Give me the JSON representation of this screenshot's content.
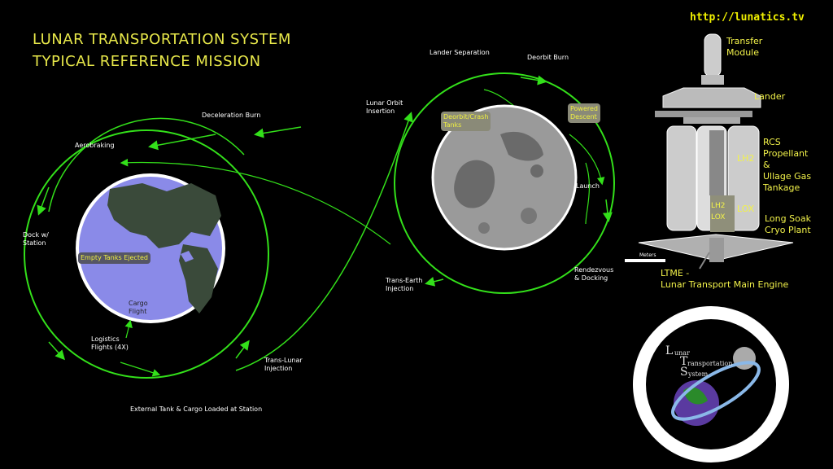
{
  "header": {
    "title_line1": "LUNAR TRANSPORTATION SYSTEM",
    "title_line2": "TYPICAL REFERENCE MISSION",
    "url": "http://lunatics.tv"
  },
  "earth_phase": {
    "deceleration_burn": "Deceleration Burn",
    "aerobraking": "Aerobraking",
    "dock_station": "Dock w/\nStation",
    "empty_tanks": "Empty Tanks Ejected",
    "cargo_flight": "Cargo\nFlight",
    "logistics": "Logistics\nFlights (4X)",
    "external_tank": "External Tank & Cargo Loaded at Station",
    "trans_lunar": "Trans-Lunar\nInjection"
  },
  "moon_phase": {
    "lunar_orbit_insertion": "Lunar Orbit\nInsertion",
    "lander_separation": "Lander Separation",
    "deorbit_burn": "Deorbit Burn",
    "deorbit_crash": "Deorbit/Crash\nTanks",
    "powered_descent": "Powered\nDescent",
    "launch": "Launch",
    "rendezvous": "Rendezvous\n& Docking",
    "trans_earth": "Trans-Earth\nInjection"
  },
  "vehicle": {
    "transfer_module": "Transfer\nModule",
    "lander": "Lander",
    "rcs": "RCS\nPropellant\n&\nUllage Gas\nTankage",
    "lh2_main": "LH2",
    "lox_main": "LOX",
    "lh2_small": "LH2",
    "lox_small": "LOX",
    "long_soak": "Long Soak\nCryo Plant",
    "ltme": "LTME -\nLunar Transport Main Engine",
    "meters": "Meters"
  },
  "logo": {
    "line_l": "L",
    "line_unar": "unar",
    "line_t": "T",
    "line_ransportation": "ransportation",
    "line_s": "S",
    "line_ystem": "ystem"
  },
  "colors": {
    "background": "#000000",
    "title": "#e8e84a",
    "orbit": "#33e01a",
    "earth_ocean": "#8a8ae8",
    "earth_land": "#3a4a3a",
    "moon": "#9a9a9a",
    "burn": "#f0c020"
  }
}
